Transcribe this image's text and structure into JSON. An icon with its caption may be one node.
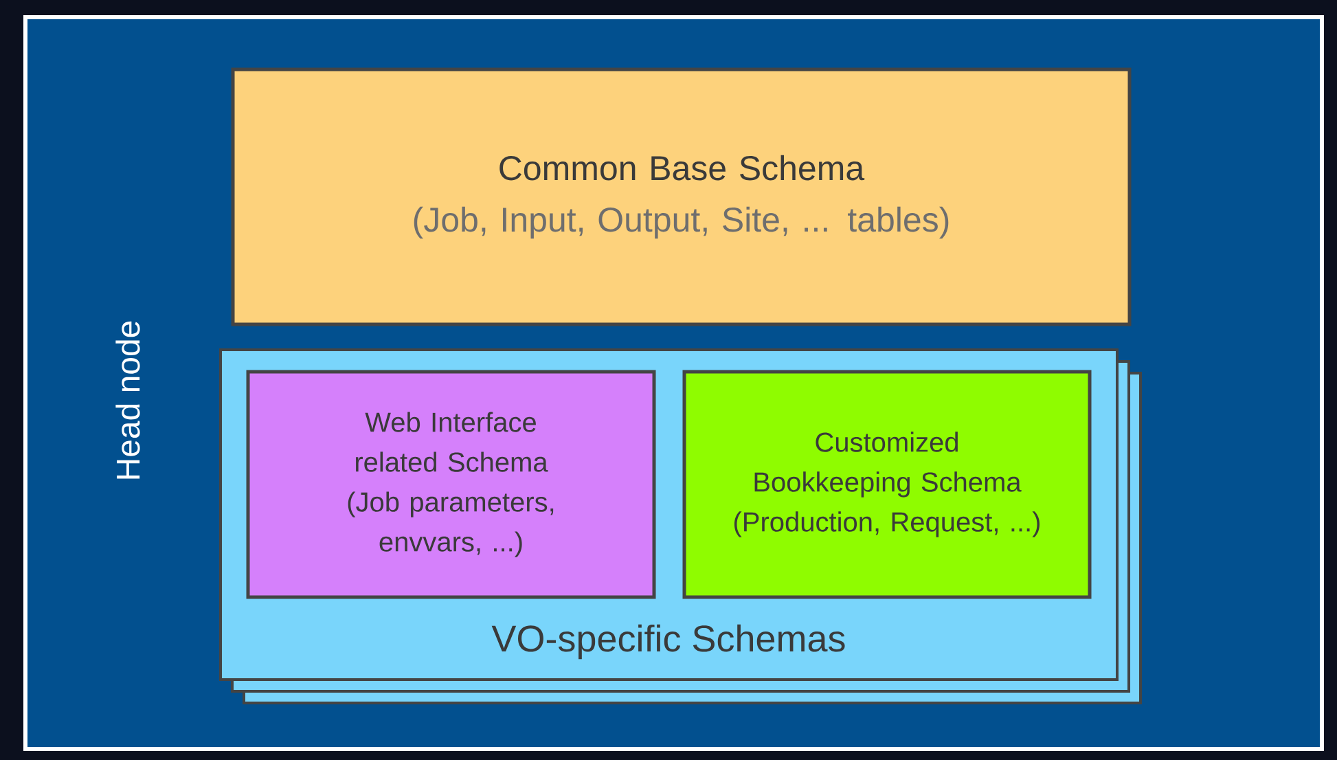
{
  "diagram": {
    "nodes": [
      {
        "text": [
          "Head node"
        ]
      },
      {
        "text": [
          "Common Base Schema",
          "(Job, Input, Output, Site, ... tables)"
        ],
        "in": 0
      },
      {
        "text": [
          "VO-specific Schemas"
        ],
        "in": 0
      },
      {
        "text": [
          "Web Interface related Schema",
          "(Job parameters, envvars, ...)"
        ],
        "in": 2
      },
      {
        "text": [
          "Customized Bookkeeping Schema",
          "(Production, Request, ...)"
        ],
        "in": 2
      }
    ]
  }
}
